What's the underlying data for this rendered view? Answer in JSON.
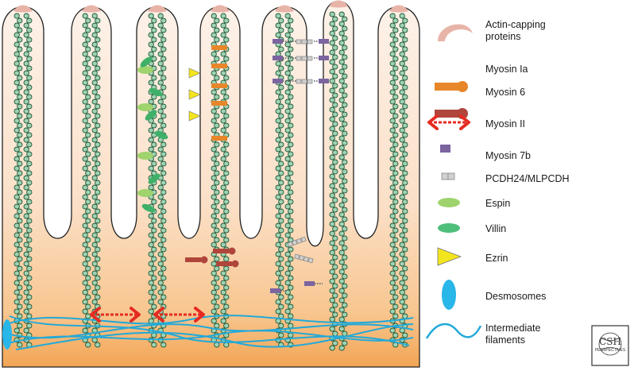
{
  "legend": {
    "actin_capping": {
      "line1": "Actin-capping",
      "line2": "proteins",
      "color": "#e8b4a8",
      "icon": "crescent-cap-icon"
    },
    "myosin_1a": {
      "label": "Myosin Ia",
      "color": "#e8862a",
      "icon": "lollipop-orange-icon"
    },
    "myosin_6": {
      "label": "Myosin 6",
      "color": "#b0453c",
      "icon": "lollipop-red-icon"
    },
    "myosin_2": {
      "label": "Myosin II",
      "color": "#e52b22",
      "icon": "bipolar-myosin-icon"
    },
    "myosin_7b": {
      "label": "Myosin 7b",
      "color": "#7b64a0",
      "icon": "purple-square-icon"
    },
    "pcdh": {
      "label": "PCDH24/MLPCDH",
      "color": "#c8c8c8",
      "icon": "double-grey-box-icon"
    },
    "espin": {
      "label": "Espin",
      "color": "#9fd36d",
      "icon": "espin-ellipse-icon"
    },
    "villin": {
      "label": "Villin",
      "color": "#4dbf7a",
      "icon": "villin-ellipse-icon"
    },
    "ezrin": {
      "label": "Ezrin",
      "color": "#f3e51d",
      "icon": "triangle-icon"
    },
    "desmosomes": {
      "label": "Desmosomes",
      "color": "#29b6e8",
      "icon": "blue-oval-icon"
    },
    "intermediate": {
      "line1": "Intermediate",
      "line2": "filaments",
      "color": "#23a9d8",
      "icon": "wavy-line-icon"
    }
  },
  "logo": {
    "line1": "CSH",
    "line2": "PERSPECTIVES"
  },
  "colors": {
    "cell_top": "#fdf0e6",
    "cell_bottom": "#f3a857",
    "outline": "#222222",
    "actin": "#2f6f4a"
  }
}
